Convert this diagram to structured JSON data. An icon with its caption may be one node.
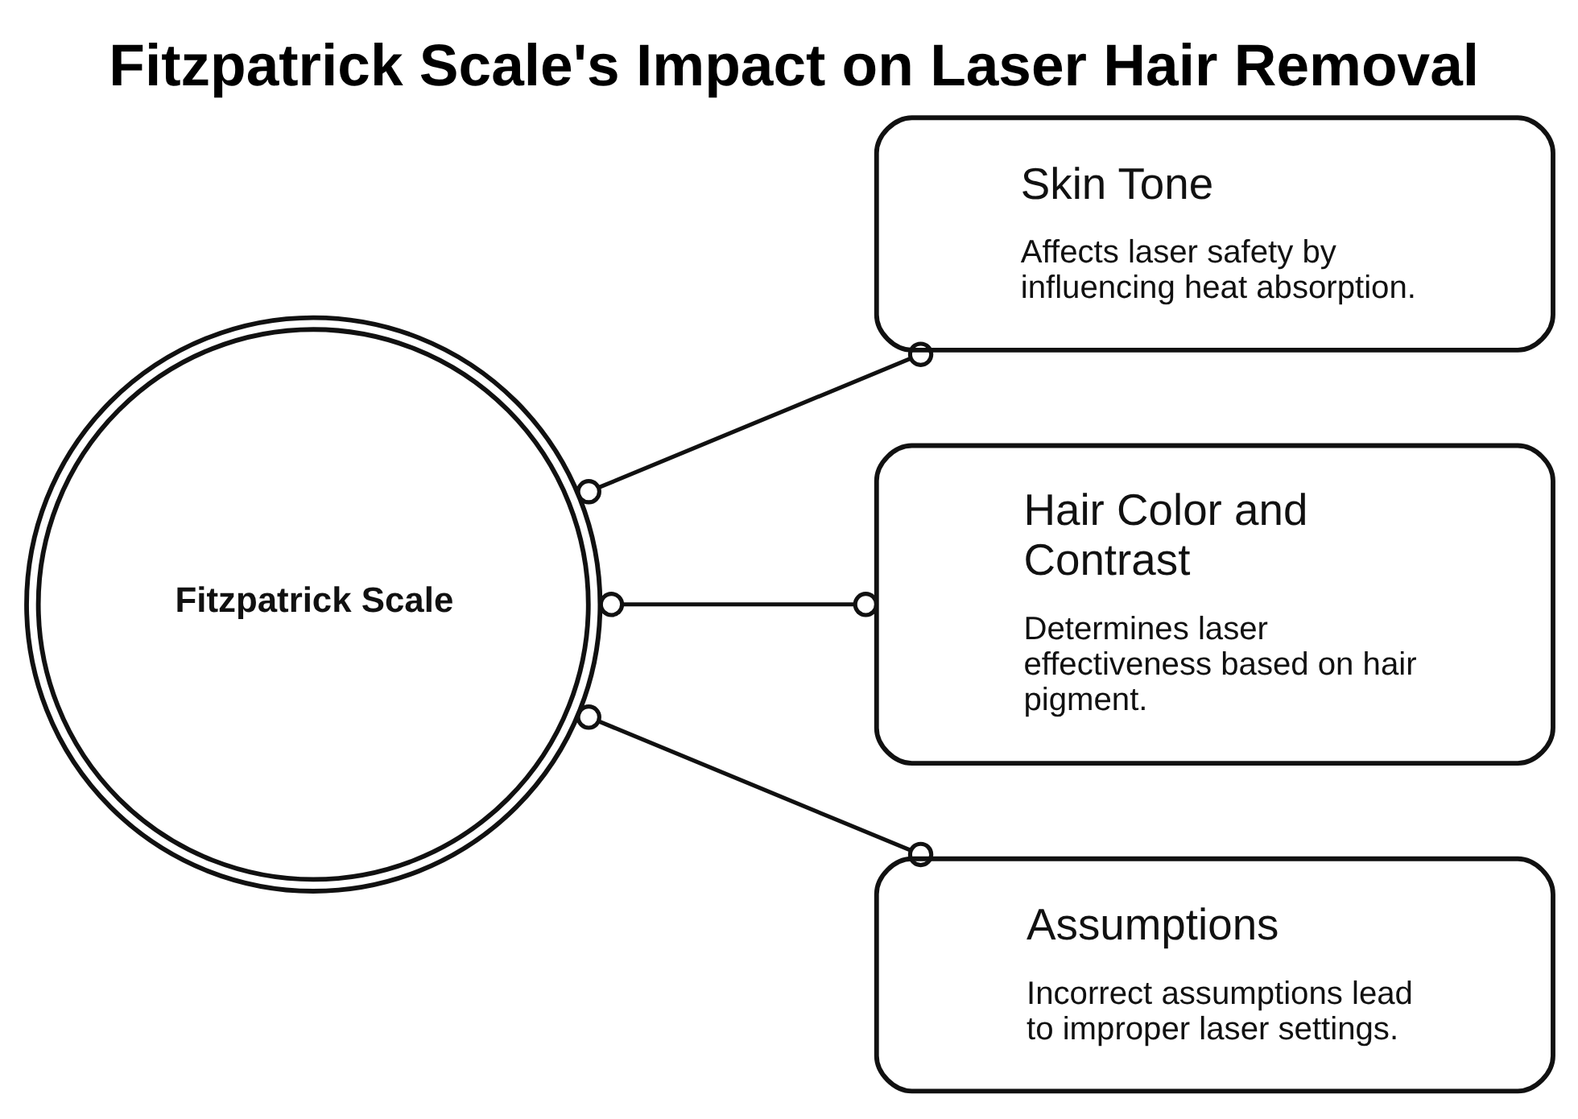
{
  "diagram": {
    "title": "Fitzpatrick Scale's Impact on Laser Hair Removal",
    "nodes": [
      {
        "text": [
          "Fitzpatrick Scale"
        ]
      },
      {
        "text": [
          "Skin Tone",
          "Affects laser safety by influencing heat absorption."
        ]
      },
      {
        "text": [
          "Hair Color and Contrast",
          "Determines laser effectiveness based on hair pigment."
        ]
      },
      {
        "text": [
          "Assumptions",
          "Incorrect assumptions lead to improper laser settings."
        ]
      }
    ],
    "edges": [
      {
        "from": 0,
        "to": 1,
        "arrow": "other"
      },
      {
        "from": 0,
        "to": 2,
        "arrow": "other"
      },
      {
        "from": 0,
        "to": 3,
        "arrow": "other"
      }
    ]
  }
}
